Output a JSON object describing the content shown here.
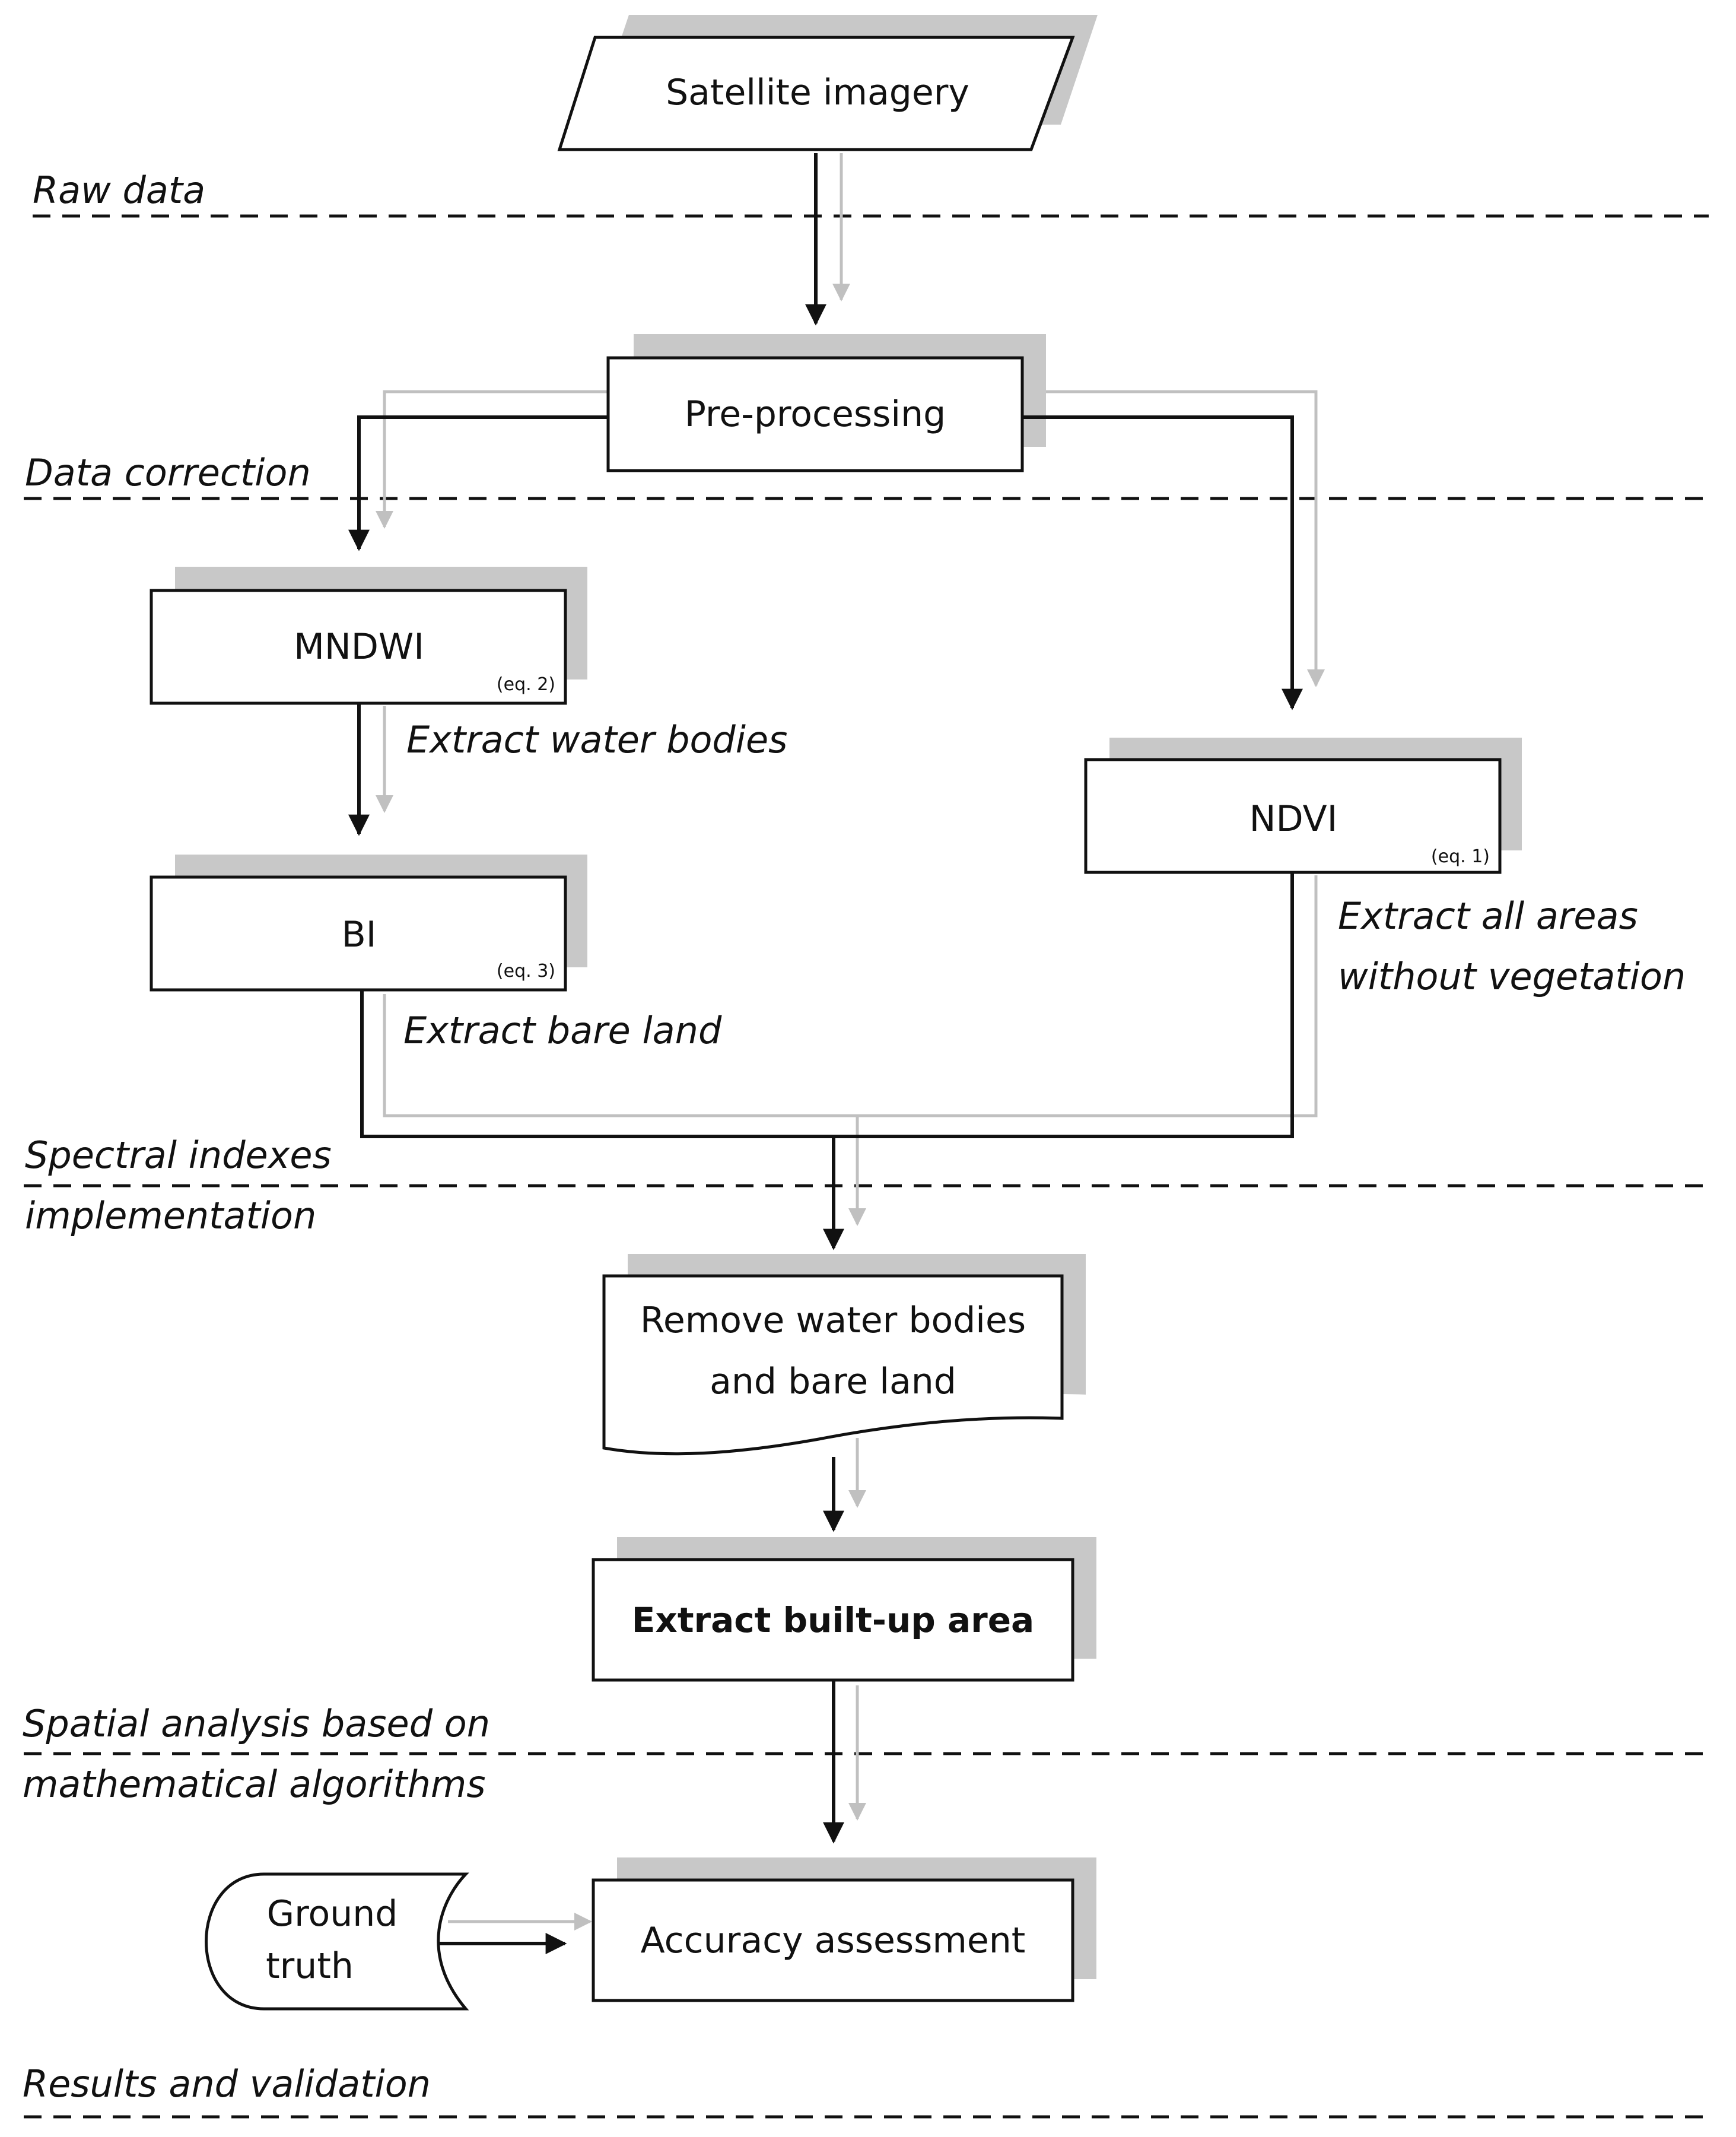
{
  "nodes": {
    "satellite_imagery": "Satellite imagery",
    "pre_processing": "Pre-processing",
    "mndwi": {
      "label": "MNDWI",
      "eq": "(eq. 2)"
    },
    "bi": {
      "label": "BI",
      "eq": "(eq. 3)"
    },
    "ndvi": {
      "label": "NDVI",
      "eq": "(eq. 1)"
    },
    "remove": {
      "line1": "Remove water bodies",
      "line2": "and bare land"
    },
    "extract_built_up": "Extract built-up area",
    "accuracy": "Accuracy assessment",
    "ground_truth": {
      "line1": "Ground",
      "line2": "truth"
    }
  },
  "notes": {
    "extract_water": "Extract water bodies",
    "extract_bare": "Extract bare land",
    "extract_areas_line1": "Extract all areas",
    "extract_areas_line2": "without vegetation"
  },
  "stages": {
    "raw_data": "Raw data",
    "data_correction": "Data correction",
    "spectral_line1": "Spectral indexes",
    "spectral_line2": "implementation",
    "spatial_line1": "Spatial analysis based on",
    "spatial_line2": "mathematical algorithms",
    "results": "Results and validation"
  },
  "colors": {
    "shadow": "#c8c8c8",
    "stroke": "#111111",
    "grey_arrow": "#c0c0c0"
  }
}
